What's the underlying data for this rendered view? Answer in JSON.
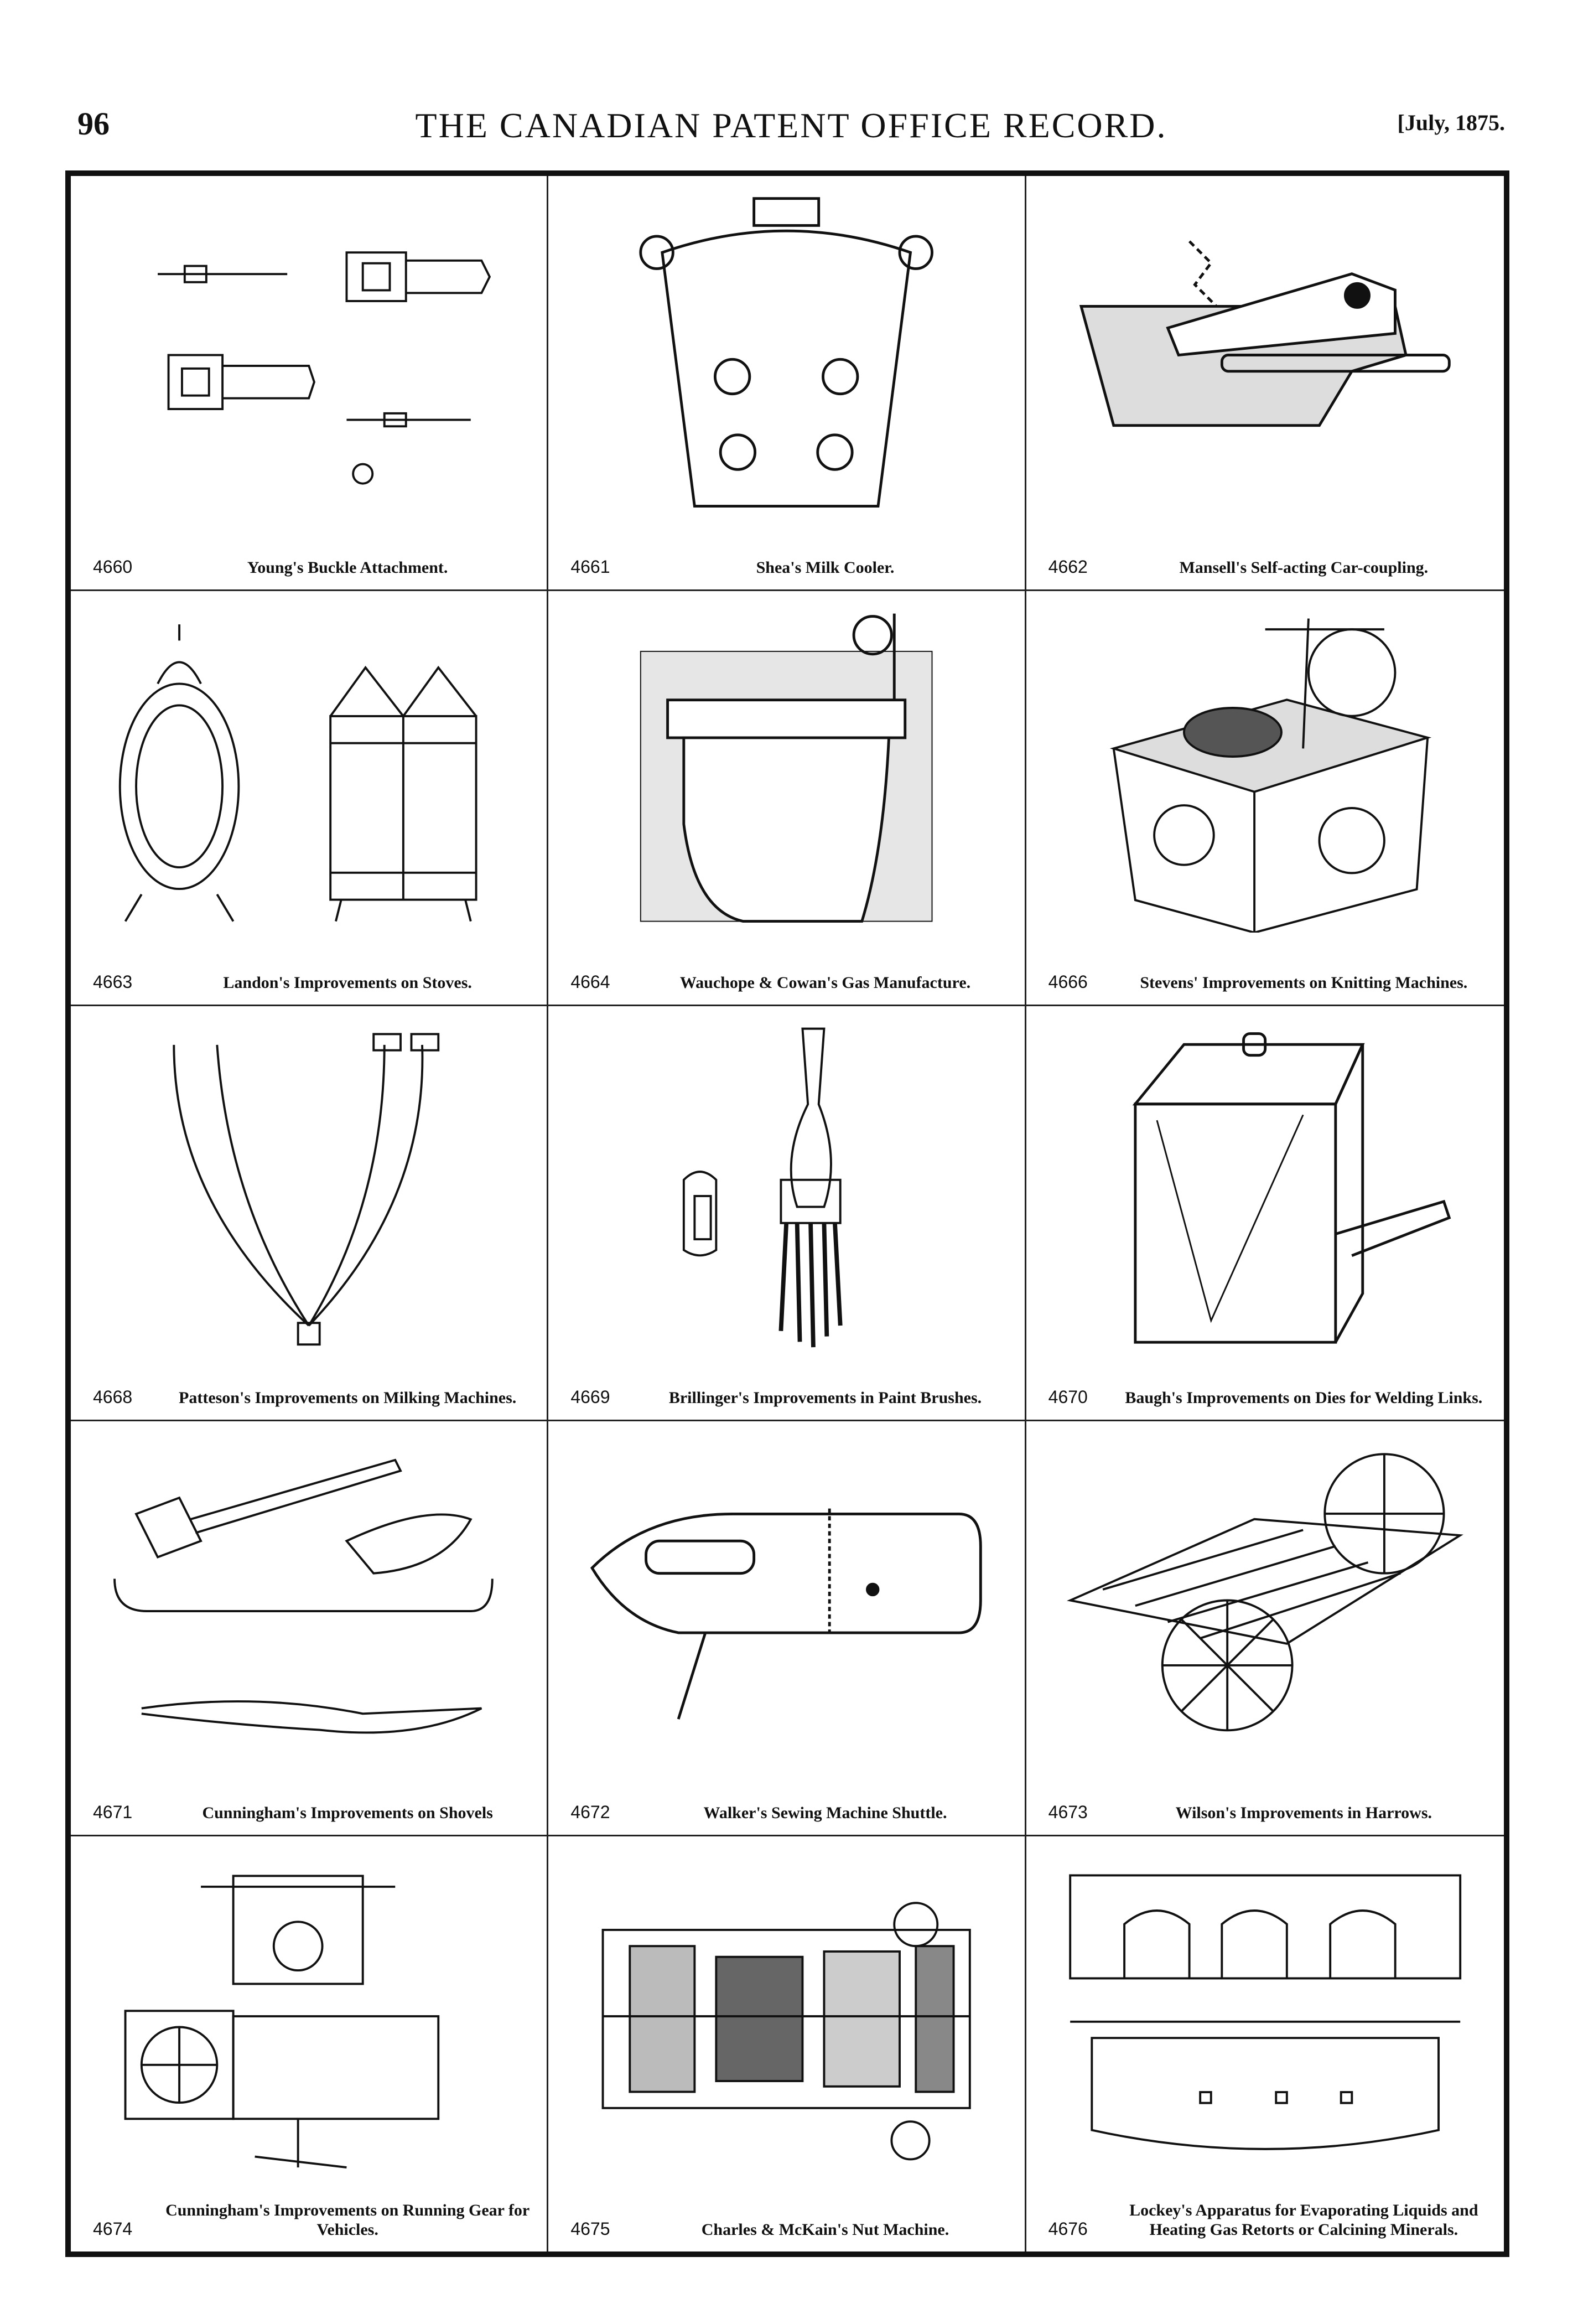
{
  "header": {
    "page_number": "96",
    "title": "THE CANADIAN PATENT OFFICE RECORD.",
    "date": "[July, 1875."
  },
  "patents": [
    {
      "number": "4660",
      "title": "Young's Buckle Attachment."
    },
    {
      "number": "4661",
      "title": "Shea's Milk Cooler."
    },
    {
      "number": "4662",
      "title": "Mansell's Self-acting Car-coupling."
    },
    {
      "number": "4663",
      "title": "Landon's Improvements on Stoves."
    },
    {
      "number": "4664",
      "title": "Wauchope & Cowan's Gas Manufacture."
    },
    {
      "number": "4666",
      "title": "Stevens' Improvements on Knitting Machines."
    },
    {
      "number": "4668",
      "title": "Patteson's Improvements on Milking Machines."
    },
    {
      "number": "4669",
      "title": "Brillinger's Improvements in Paint Brushes."
    },
    {
      "number": "4670",
      "title": "Baugh's Improvements on Dies for Welding Links."
    },
    {
      "number": "4671",
      "title": "Cunningham's Improvements on Shovels"
    },
    {
      "number": "4672",
      "title": "Walker's Sewing Machine Shuttle."
    },
    {
      "number": "4673",
      "title": "Wilson's Improvements in Harrows."
    },
    {
      "number": "4674",
      "title": "Cunningham's Improvements on Running Gear for Vehicles."
    },
    {
      "number": "4675",
      "title": "Charles & McKain's Nut Machine."
    },
    {
      "number": "4676",
      "title": "Lockey's Apparatus for Evaporating Liquids and Heating Gas Retorts or Calcining Minerals."
    }
  ]
}
